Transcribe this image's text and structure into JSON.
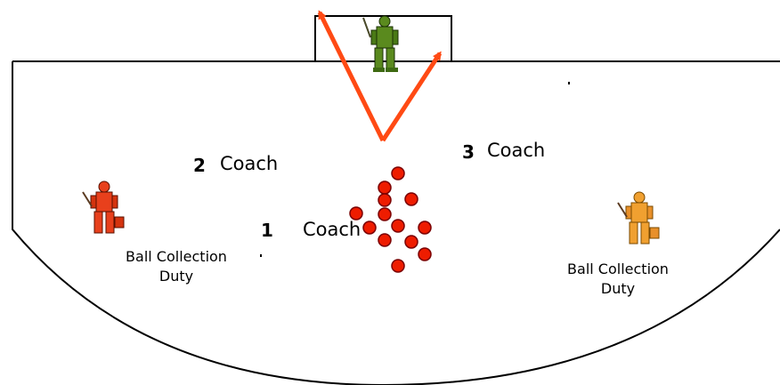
{
  "labels": {
    "station_1_number": "1",
    "station_1_coach": "Coach",
    "station_2_number": "2",
    "station_2_coach": "Coach",
    "station_3_number": "3",
    "station_3_coach": "Coach",
    "left_duty_line1": "Ball Collection",
    "left_duty_line2": "Duty",
    "right_duty_line1": "Ball Collection",
    "right_duty_line2": "Duty"
  },
  "colors": {
    "arrow": "#ff4a14",
    "ball_fill": "#ee1c00",
    "ball_stroke": "#7a0000",
    "goalkeeper_center": "#5a8a1e",
    "goalkeeper_left": "#e8401c",
    "goalkeeper_right": "#f0a030",
    "lines": "#000000"
  },
  "counts": {
    "balls": 13
  },
  "icons": [
    "goalkeeper-icon",
    "ball-icon",
    "arrow"
  ]
}
